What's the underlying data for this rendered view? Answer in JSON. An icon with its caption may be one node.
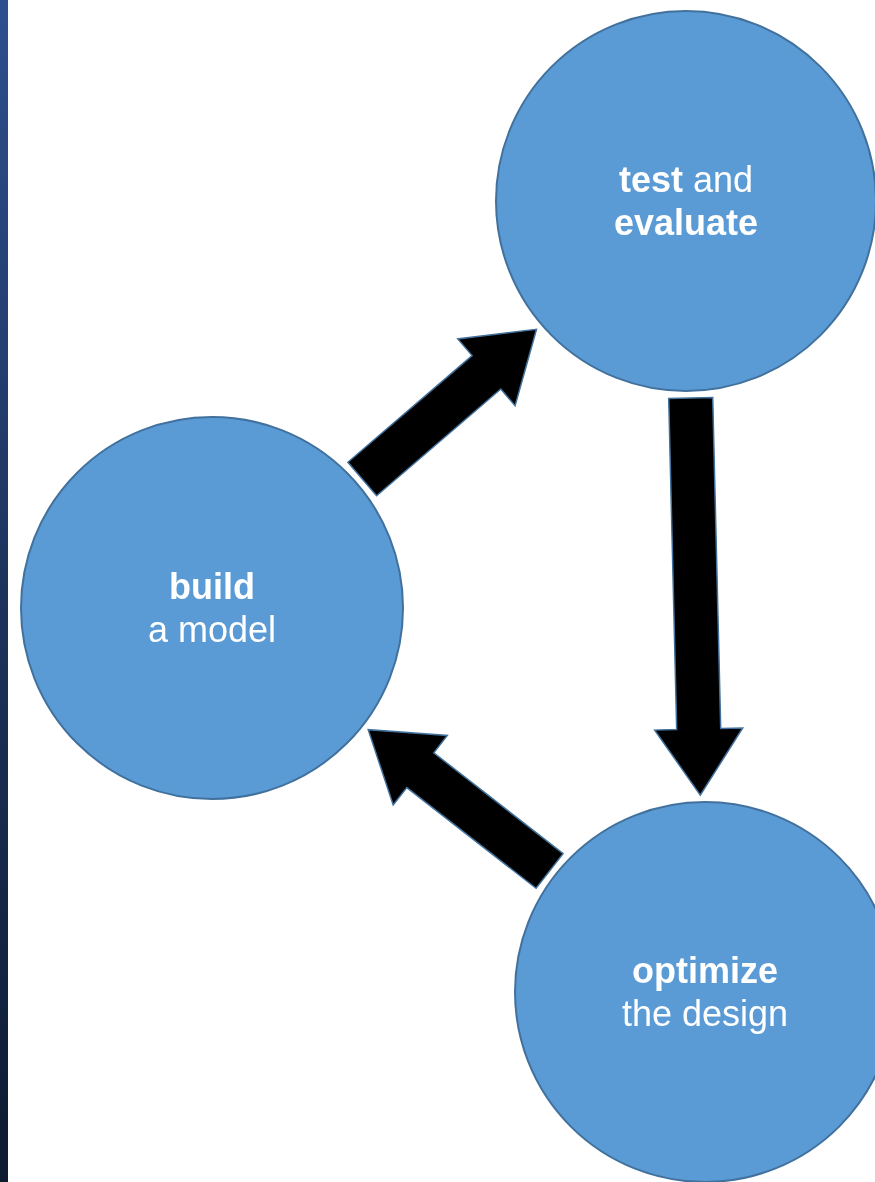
{
  "diagram": {
    "nodes": [
      {
        "text": [
          "**test** and **evaluate**"
        ]
      },
      {
        "text": [
          "build",
          "a model"
        ]
      },
      {
        "text": [
          "optimize",
          "the design"
        ]
      }
    ],
    "edges": [
      {
        "from": 1,
        "to": 0,
        "arrow": "to",
        "style": "thick"
      },
      {
        "from": 0,
        "to": 2,
        "arrow": "to",
        "style": "thick"
      },
      {
        "from": 2,
        "to": 1,
        "arrow": "to",
        "style": "thick"
      }
    ]
  }
}
